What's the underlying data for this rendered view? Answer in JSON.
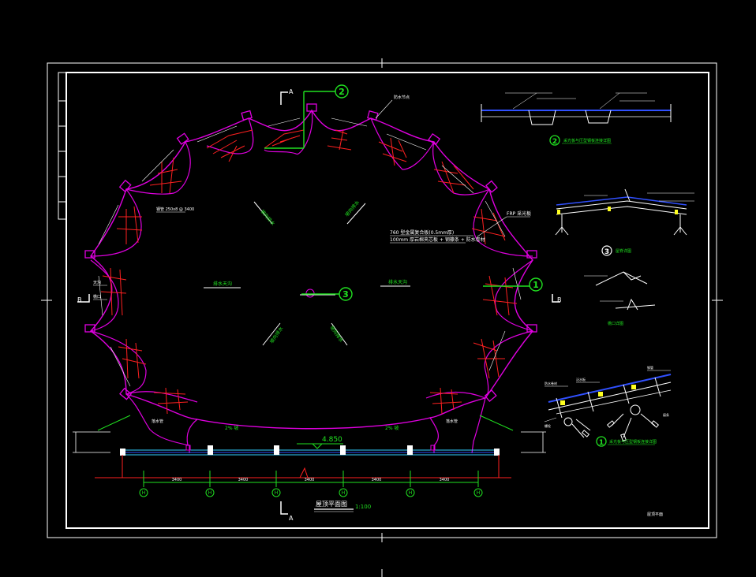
{
  "drawing": {
    "title_main": "屋顶平面图",
    "scale": "1:100",
    "title_block": "屋顶平面",
    "elevation": "4.850",
    "section_labels": {
      "a_top": "A",
      "a_bottom": "A",
      "b_left": "B",
      "b_right": "B"
    },
    "callouts": {
      "c1": "1",
      "c2": "2",
      "c3": "3"
    },
    "grid_bubbles": [
      "H",
      "H",
      "H",
      "H",
      "H",
      "H"
    ],
    "dims": [
      "3400",
      "3400",
      "3400",
      "3400",
      "3400"
    ],
    "notes": {
      "frp": "FRP 采光板",
      "main_note_1": "760 型金属复合板(0.5mm厚)",
      "main_note_2": "100mm 厚岩棉夹芯板 + 钢檩条 + 防水卷材",
      "top_right_tag": "防水节点",
      "gutter_left": "排水天沟",
      "gutter_right": "排水天沟",
      "slope_1": "坡向排水",
      "slope_2": "坡向排水",
      "slope_3": "坡向排水",
      "slope_4": "坡向排水",
      "pct_left": "2% 坡",
      "pct_right": "2% 坡",
      "left_tag_1": "天沟",
      "left_tag_2": "檐口",
      "left_note": "钢管 250x8 @ 3400",
      "bottom_left_tag": "落水管",
      "bottom_right_tag": "落水管"
    },
    "details": {
      "d2_title": "采光板与压型钢板连接详图",
      "d3_title": "屋脊详图",
      "d3_sub": "檐口详图",
      "d1_title": "采光板与压型钢板连接详图",
      "d1_tags": [
        "防水卷材",
        "泛水板",
        "钢管",
        "螺栓",
        "檩条"
      ]
    },
    "colors": {
      "magenta": "#e000e0",
      "red": "#ff2020",
      "green": "#20e020",
      "white": "#ffffff",
      "cyan": "#30d0ff",
      "blue": "#3050ff",
      "yellow": "#ffff20"
    }
  }
}
